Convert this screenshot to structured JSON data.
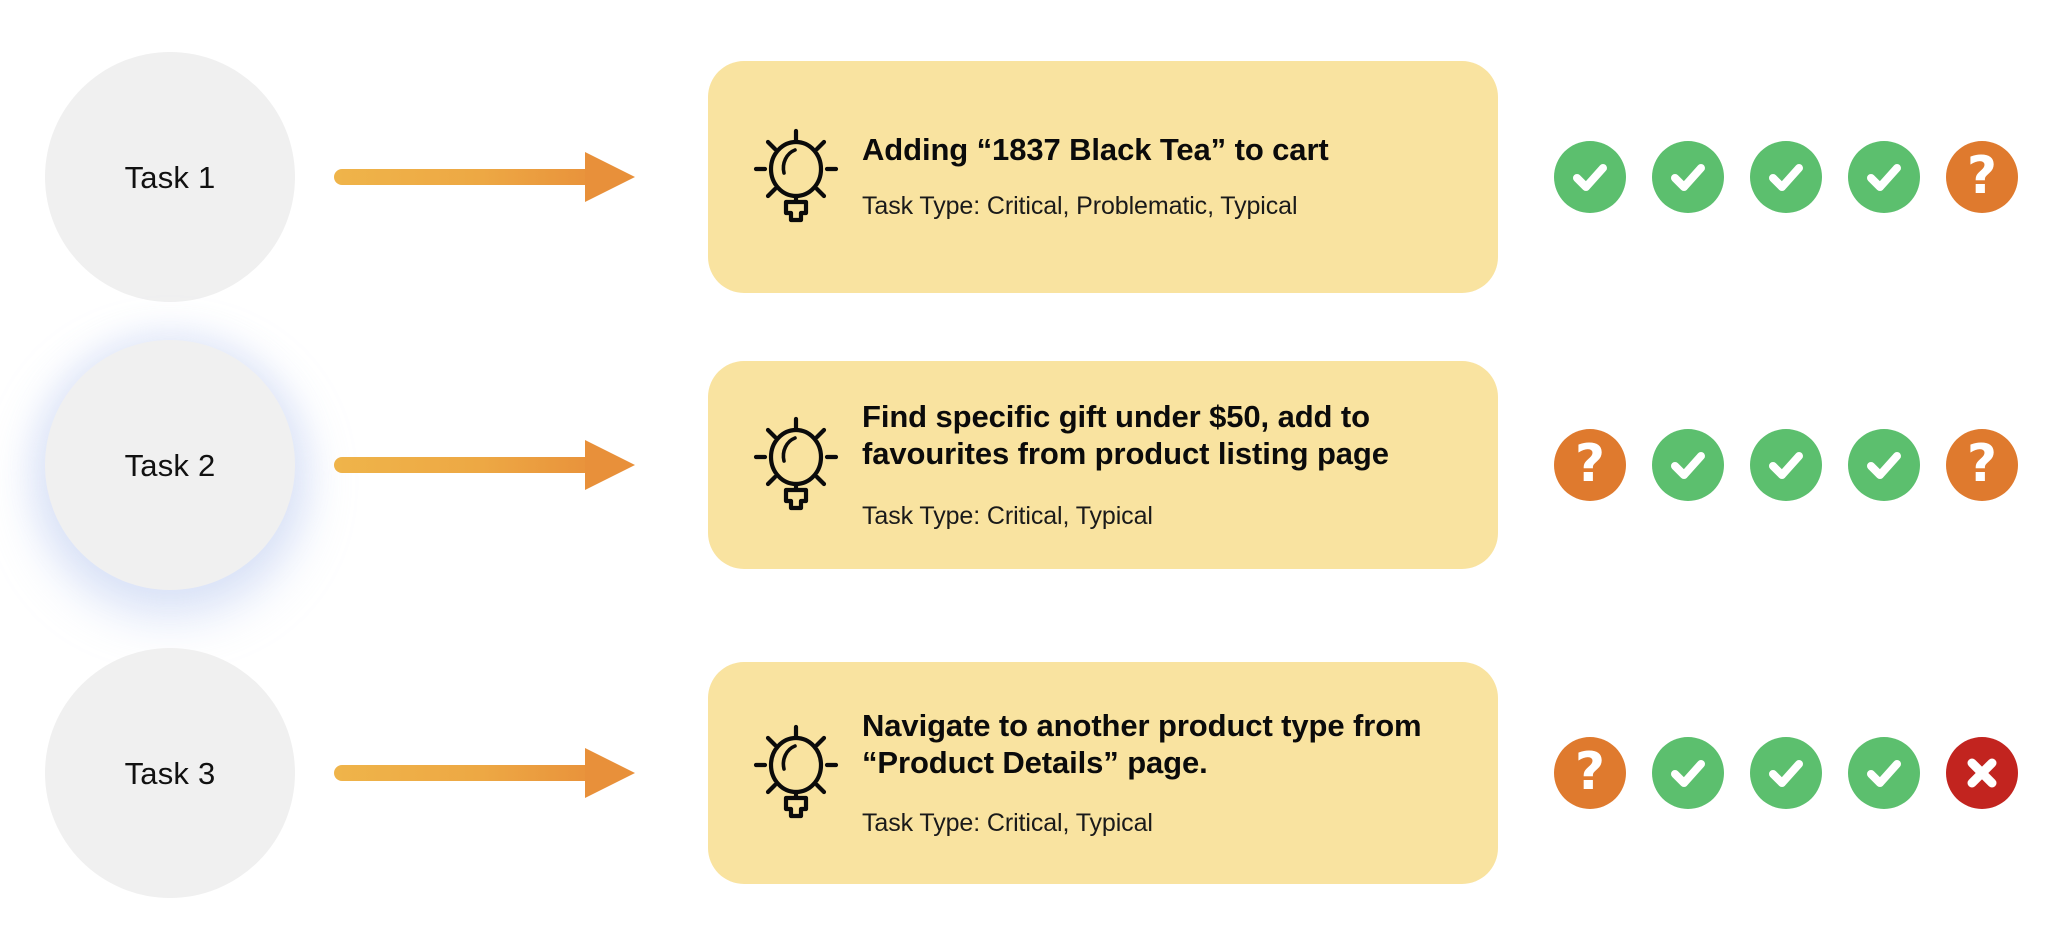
{
  "colors": {
    "card_bg": "#F9E3A0",
    "circle_bg": "#F0F0F0",
    "success": "#5CBF6E",
    "unknown": "#DF7A2E",
    "failure": "#C2241F",
    "arrow_from": "#EFB44A",
    "arrow_to": "#E8903A",
    "page_bg": "#FFFFFF"
  },
  "rows": [
    {
      "circle_label": "Task 1",
      "icon": "lightbulb-icon",
      "arrow": "arrow-right-icon",
      "title": "Adding “1837 Black Tea” to cart",
      "subtitle": "Task Type: Critical, Problematic, Typical",
      "statuses": [
        "success",
        "success",
        "success",
        "success",
        "unknown"
      ],
      "status_glyphs": [
        "check-icon",
        "check-icon",
        "check-icon",
        "check-icon",
        "question-icon"
      ]
    },
    {
      "circle_label": "Task 2",
      "icon": "lightbulb-icon",
      "arrow": "arrow-right-icon",
      "title": "Find specific gift under $50, add to favourites from product listing page",
      "subtitle": "Task Type: Critical, Typical",
      "statuses": [
        "unknown",
        "success",
        "success",
        "success",
        "unknown"
      ],
      "status_glyphs": [
        "question-icon",
        "check-icon",
        "check-icon",
        "check-icon",
        "question-icon"
      ]
    },
    {
      "circle_label": "Task 3",
      "icon": "lightbulb-icon",
      "arrow": "arrow-right-icon",
      "title": "Navigate to another product type from “Product Details” page.",
      "subtitle": "Task Type: Critical, Typical",
      "statuses": [
        "unknown",
        "success",
        "success",
        "success",
        "failure"
      ],
      "status_glyphs": [
        "question-icon",
        "check-icon",
        "check-icon",
        "check-icon",
        "cross-icon"
      ]
    }
  ]
}
